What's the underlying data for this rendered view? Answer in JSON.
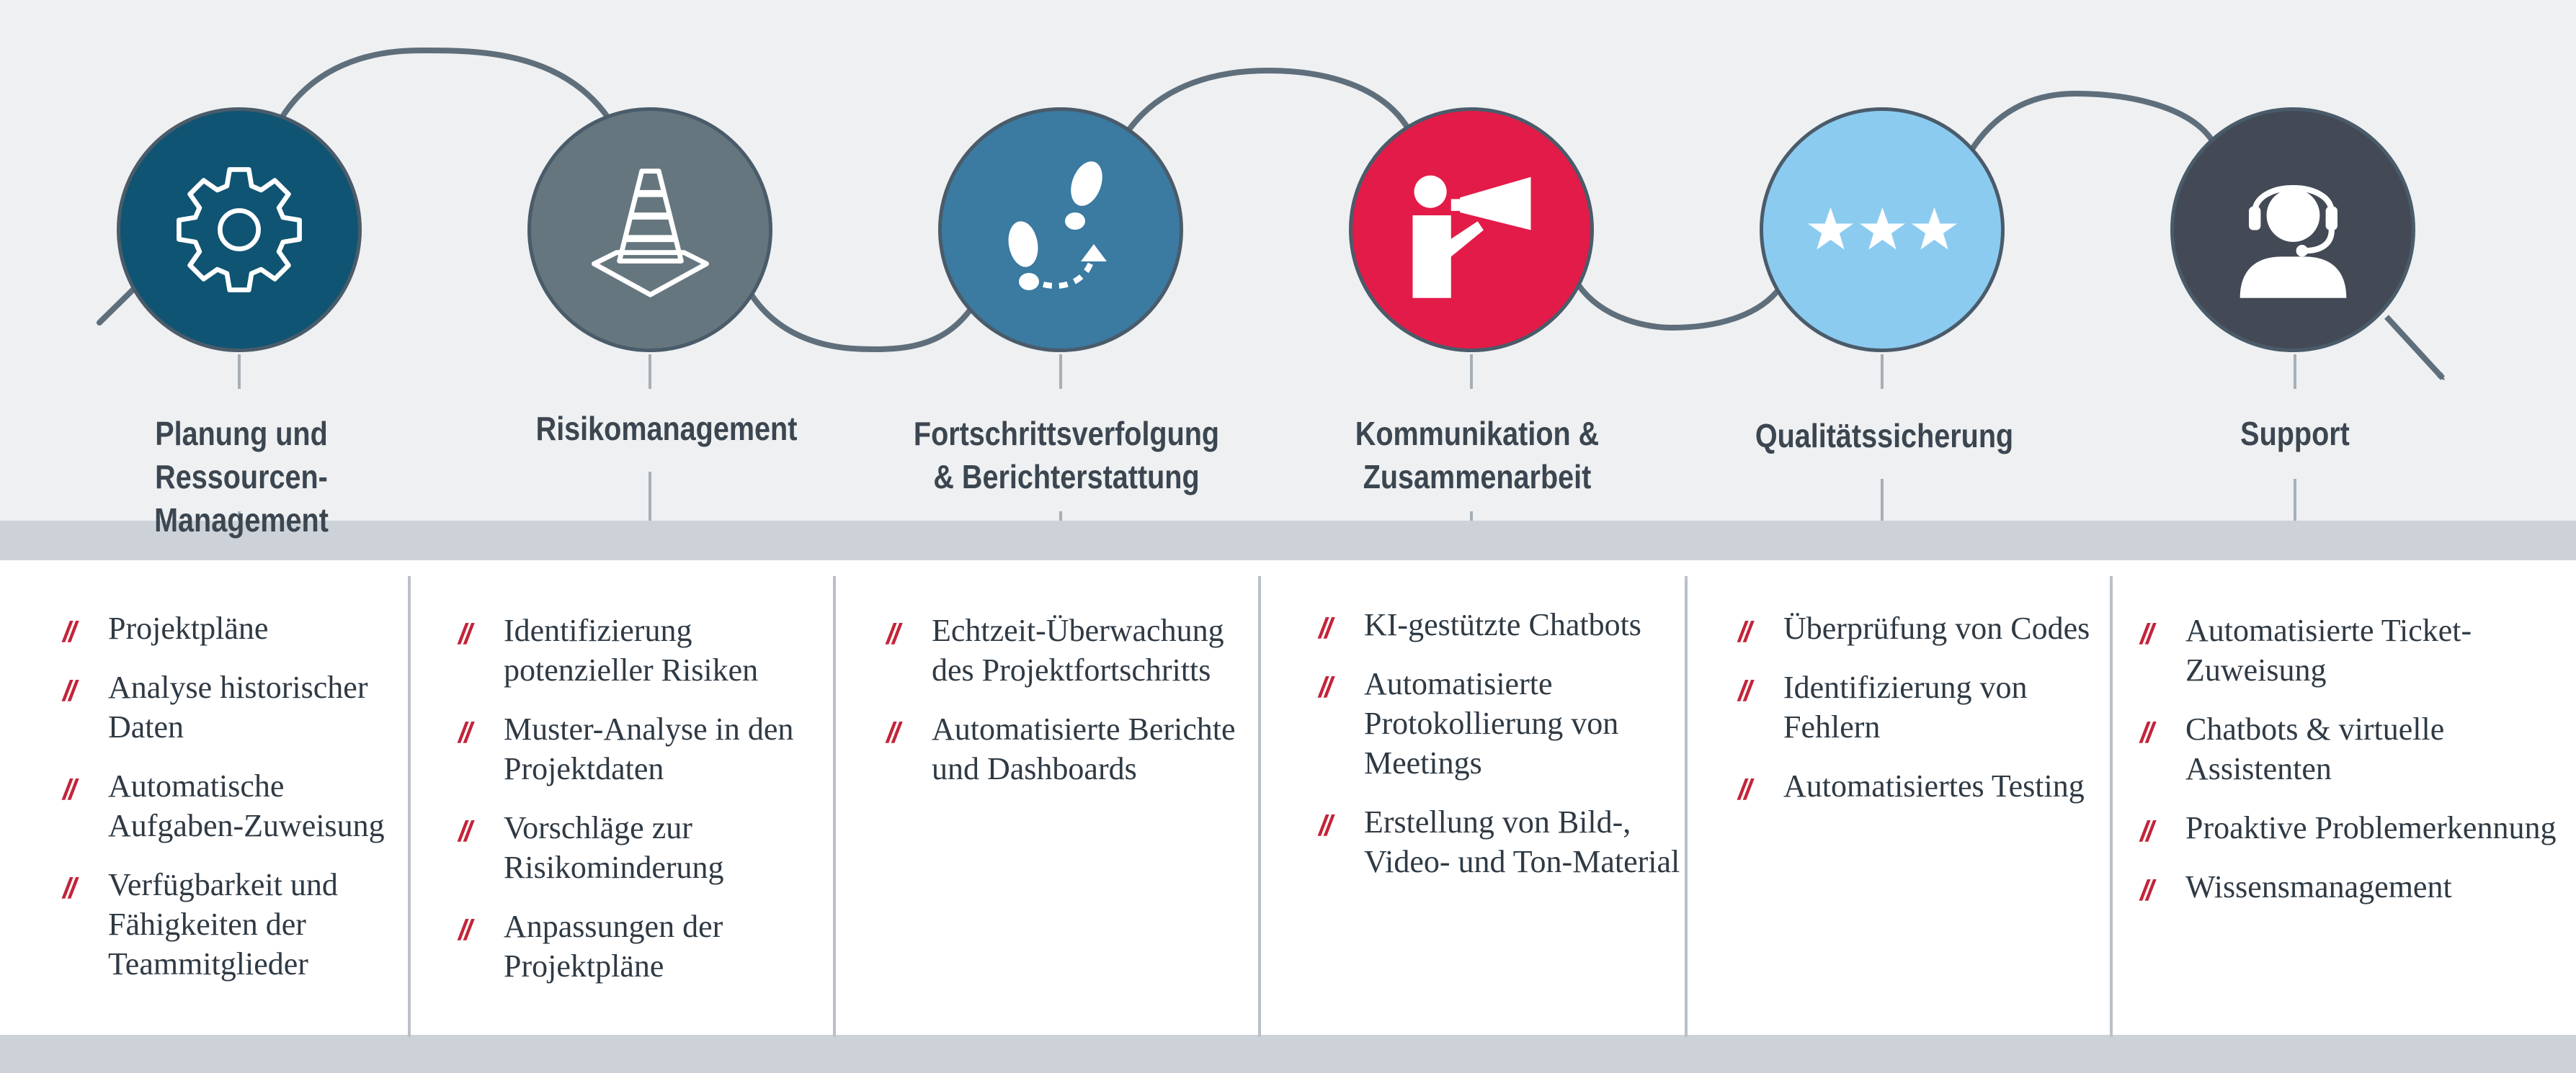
{
  "colors": {
    "background_top": "#eef0f1",
    "band": "#cdd2d9",
    "connector": "#5f6e7b",
    "title_text": "#3c4650",
    "bullet": "#c3243a",
    "body_text": "#2f3a44"
  },
  "stages": [
    {
      "title": "Planung und Ressourcen-\nManagement",
      "icon": "gear-icon",
      "circle_color": "#0f5473",
      "items": [
        "Projektpläne",
        "Analyse historischer Daten",
        "Automatische Aufgaben-Zuweisung",
        "Verfügbarkeit und Fähigkeiten der Teammitglieder"
      ]
    },
    {
      "title": "Risikomanagement",
      "icon": "traffic-cone-icon",
      "circle_color": "#66767f",
      "items": [
        "Identifizierung potenzieller Risiken",
        "Muster-Analyse in den Projektdaten",
        "Vorschläge zur Risikominderung",
        "Anpassungen der Projektpläne"
      ]
    },
    {
      "title": "Fortschrittsverfolgung\n& Berichterstattung",
      "icon": "footsteps-icon",
      "circle_color": "#3b7aa1",
      "items": [
        "Echtzeit-Überwachung des Projektfortschritts",
        "Automatisierte Berichte und Dashboards"
      ]
    },
    {
      "title": "Kommunikation &\nZusammenarbeit",
      "icon": "megaphone-person-icon",
      "circle_color": "#e31b48",
      "items": [
        "KI-gestützte Chatbots",
        "Automatisierte Protokollierung von Meetings",
        "Erstellung von Bild-, Video- und Ton-Material"
      ]
    },
    {
      "title": "Qualitätssicherung",
      "icon": "three-stars-icon",
      "circle_color": "#8ccbf0",
      "items": [
        "Überprüfung von Codes",
        "Identifizierung von Fehlern",
        "Automatisiertes Testing"
      ]
    },
    {
      "title": "Support",
      "icon": "headset-agent-icon",
      "circle_color": "#434a56",
      "items": [
        "Automatisierte Ticket-Zuweisung",
        "Chatbots & virtuelle Assistenten",
        "Proaktive Problemerkennung",
        "Wissensmanagement"
      ]
    }
  ]
}
